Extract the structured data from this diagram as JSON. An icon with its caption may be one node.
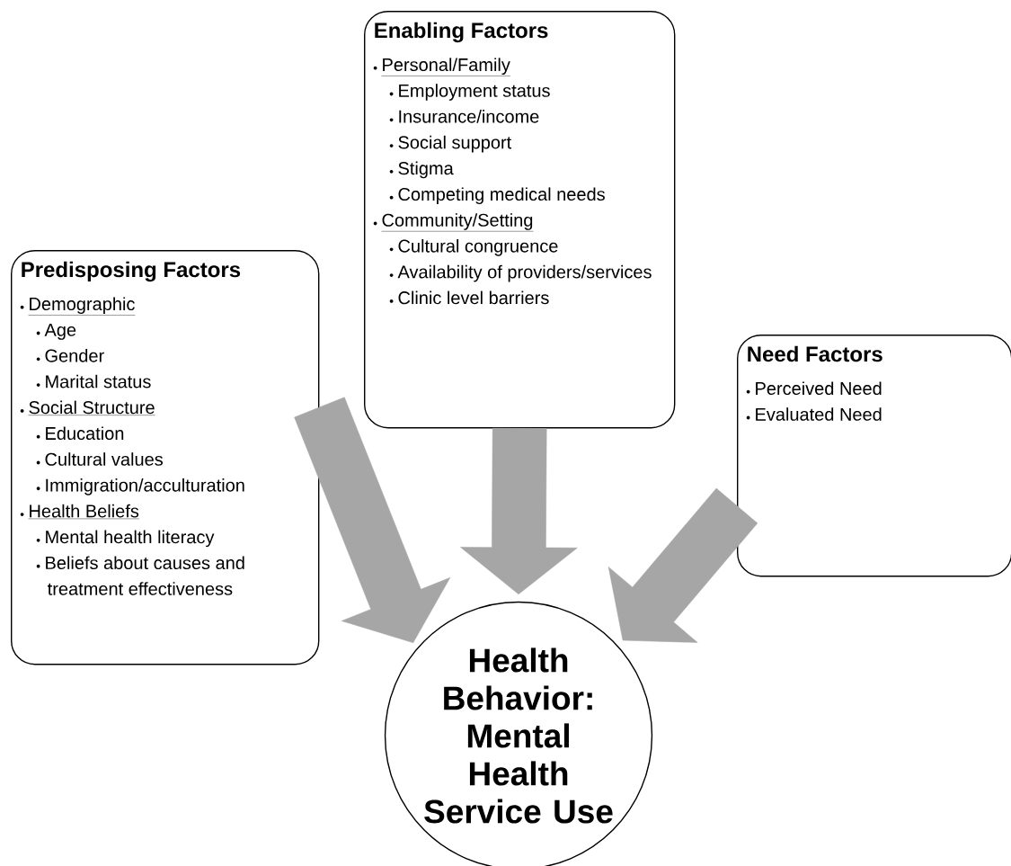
{
  "diagram": {
    "nodes": [
      {
        "text": [
          "Predisposing Factors",
          "Demographic",
          "Age",
          "Gender",
          "Marital status",
          "Social Structure",
          "Education",
          "Cultural values",
          "Immigration/acculturation",
          "Health Beliefs",
          "Mental health literacy",
          "Beliefs about causes and treatment effectiveness"
        ]
      },
      {
        "text": [
          "Enabling Factors",
          "Personal/Family",
          "Employment status",
          "Insurance/income",
          "Social support",
          "Stigma",
          "Competing medical needs",
          "Community/Setting",
          "Cultural congruence",
          "Availability of providers/services",
          "Clinic level barriers"
        ]
      },
      {
        "text": [
          "Need Factors",
          "Perceived Need",
          "Evaluated Need"
        ]
      },
      {
        "text": [
          "Health Behavior: Mental Health Service Use"
        ]
      }
    ],
    "edges": [
      {
        "from": 0,
        "to": 3,
        "arrow": "to"
      },
      {
        "from": 1,
        "to": 3,
        "arrow": "to"
      },
      {
        "from": 2,
        "to": 3,
        "arrow": "to"
      }
    ]
  }
}
